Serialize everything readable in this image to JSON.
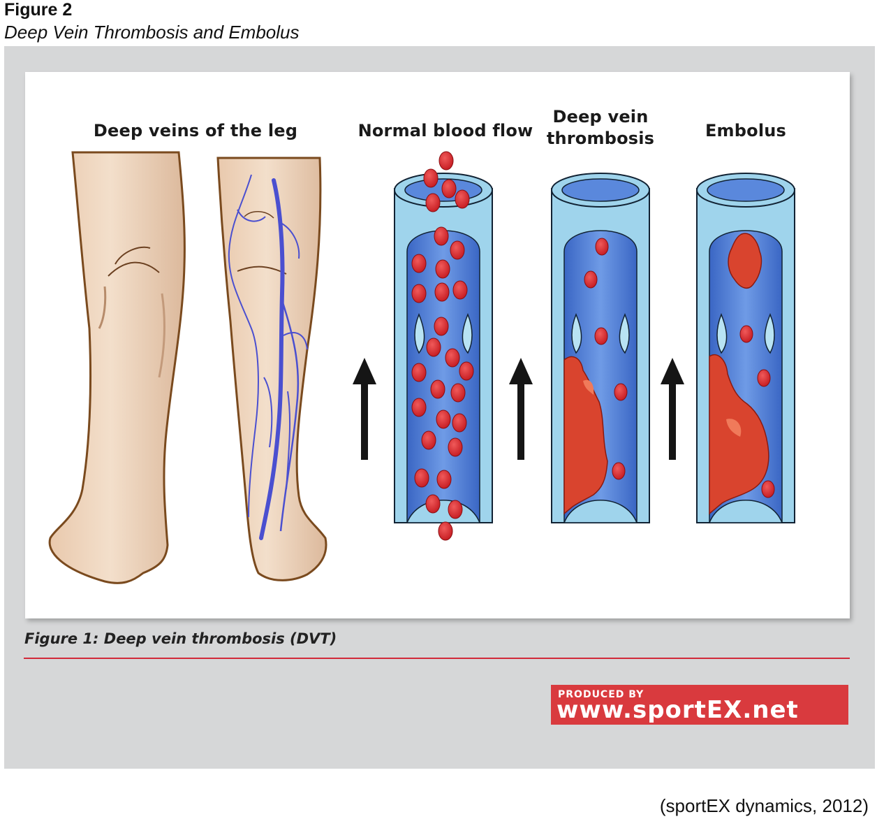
{
  "figure": {
    "label": "Figure 2",
    "title": "Deep Vein Thrombosis and Embolus",
    "citation": "(sportEX dynamics, 2012)"
  },
  "illustration": {
    "labels": {
      "legs": "Deep veins of the leg",
      "normal": "Normal blood flow",
      "dvt_line1": "Deep vein",
      "dvt_line2": "thrombosis",
      "embolus": "Embolus"
    },
    "caption": "Figure 1: Deep vein thrombosis (DVT)",
    "logo": {
      "produced_by": "PRODUCED BY",
      "url": "www.sportEX.net"
    }
  },
  "colors": {
    "skin": "#f0d9c2",
    "skin_shadow": "#d9b69a",
    "outline": "#7a4a1e",
    "vein": "#4a4fd0",
    "vessel_wall": "#9fd4ec",
    "vessel_lumen": "#4d7fd8",
    "blood_cell": "#d8262b",
    "clot": "#d9442e",
    "logo_red": "#d93a3e",
    "rule_red": "#d22a3a"
  }
}
